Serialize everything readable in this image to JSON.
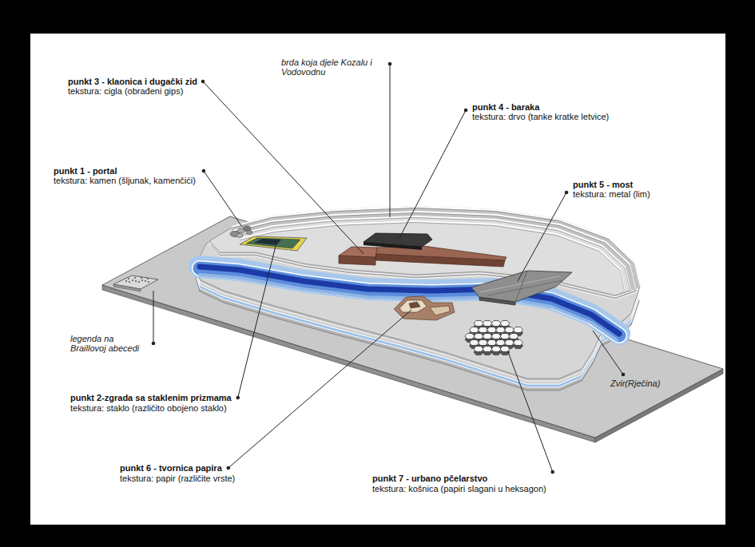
{
  "diagram": {
    "labels": [
      "brda koja djele Kozalu i Vodovodnu",
      "punkt 3 - klaonica i dugački zid",
      "tekstura: cigla (obrađeni gips)",
      "punkt 4 - baraka",
      "tekstura: drvo (tanke kratke letvice)",
      "punkt 1 - portal",
      "tekstura: kamen (šljunak, kamenčići)",
      "punkt 5 - most",
      "tekstura: metal (lim)",
      "legenda na Braillovoj abecedi",
      "Zvir(Rječina)",
      "punkt 2-zgrada sa staklenim prizmama",
      "tekstura: staklo (različito obojeno staklo)",
      "punkt 6 - tvornica papira",
      "tekstura: papir (različite vrste)",
      "punkt 7 - urbano pčelarstvo",
      "tekstura: košnica (papiri slagani u heksagon)"
    ]
  }
}
